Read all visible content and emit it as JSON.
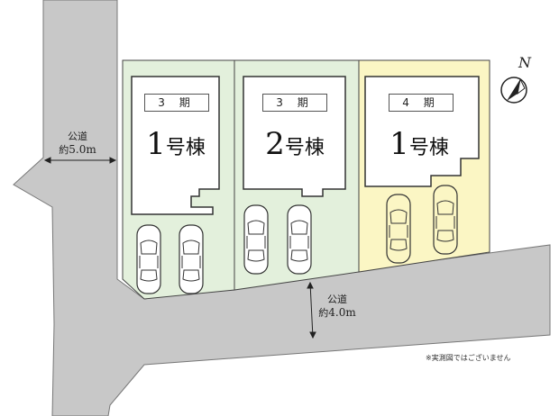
{
  "roads": {
    "west": {
      "label": "公道",
      "prefix": "約",
      "width": "5.0",
      "unit": "m"
    },
    "south": {
      "label": "公道",
      "prefix": "約",
      "width": "4.0",
      "unit": "m"
    }
  },
  "lots": [
    {
      "phase": "3 期",
      "number": "1",
      "suffix": "号棟",
      "fill": "#e3f0dc"
    },
    {
      "phase": "3 期",
      "number": "2",
      "suffix": "号棟",
      "fill": "#e3f0dc"
    },
    {
      "phase": "4 期",
      "number": "1",
      "suffix": "号棟",
      "fill": "#fbf6c4"
    }
  ],
  "compass": {
    "label": "N"
  },
  "note": "※実測図ではございません",
  "colors": {
    "road": "#c8c8c8",
    "lot_green": "#e3f0dc",
    "lot_yellow": "#fbf6c4",
    "outline": "#333333"
  }
}
